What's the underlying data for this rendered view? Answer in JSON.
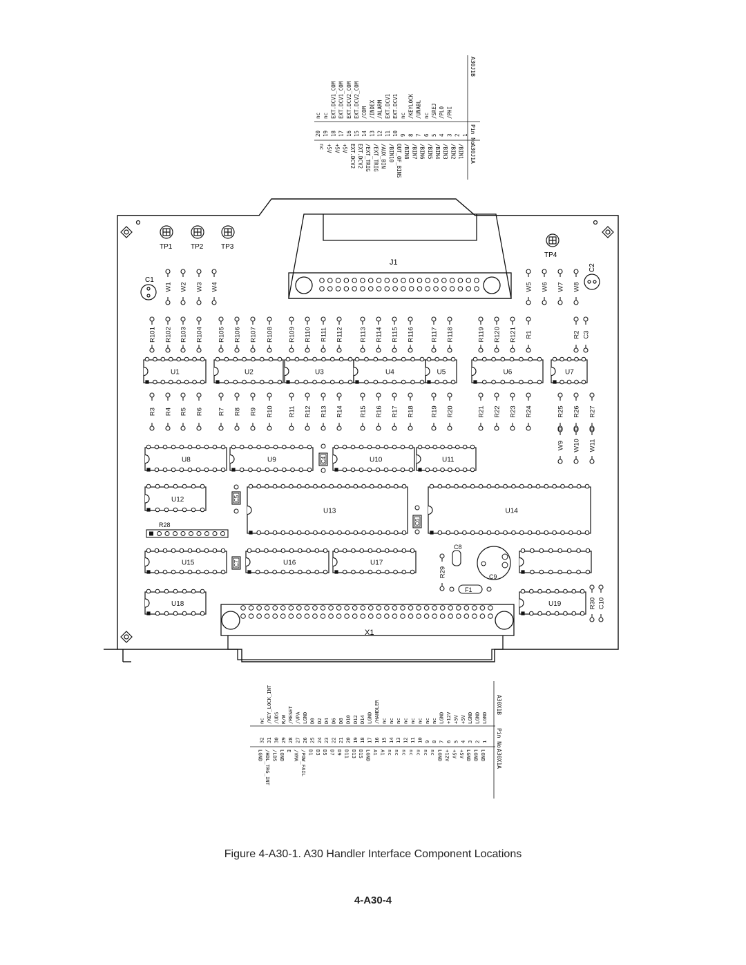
{
  "caption": "Figure 4-A30-1. A30 Handler Interface Component Locations",
  "page_number": "4-A30-4",
  "connectors": {
    "J1": "J1",
    "X1": "X1"
  },
  "test_points": [
    "TP1",
    "TP2",
    "TP3",
    "TP4"
  ],
  "ics": {
    "row1": [
      "U1",
      "U2",
      "U3",
      "U4",
      "U5",
      "U6",
      "U7"
    ],
    "row2": [
      "U8",
      "U9",
      "U10",
      "U11"
    ],
    "U12": "U12",
    "U13": "U13",
    "U14": "U14",
    "U15": "U15",
    "U16": "U16",
    "U17": "U17",
    "U18": "U18",
    "U19": "U19"
  },
  "resistors": {
    "top_upper": [
      "R101",
      "R102",
      "R103",
      "R104",
      "R105",
      "R106",
      "R107",
      "R108",
      "R109",
      "R110",
      "R111",
      "R112",
      "R113",
      "R114",
      "R115",
      "R116",
      "R117",
      "R118",
      "R119",
      "R120",
      "R121",
      "R1"
    ],
    "top_lower": [
      "R3",
      "R4",
      "R5",
      "R6",
      "R7",
      "R8",
      "R9",
      "R10",
      "R11",
      "R12",
      "R13",
      "R14",
      "R15",
      "R16",
      "R17",
      "R18",
      "R19",
      "R20",
      "R21",
      "R22",
      "R23",
      "R24",
      "R25",
      "R26",
      "R27"
    ],
    "R2": "R2",
    "R28": "R28",
    "R29": "R29",
    "R30": "R30"
  },
  "capacitors": [
    "C1",
    "C2",
    "C3",
    "C4",
    "C5",
    "C6",
    "C7",
    "C8",
    "C9",
    "C10"
  ],
  "wires": {
    "top_left": [
      "W1",
      "W2",
      "W3",
      "W4"
    ],
    "top_right": [
      "W5",
      "W6",
      "W7",
      "W8"
    ],
    "side": [
      "W9",
      "W10",
      "W11"
    ]
  },
  "fuse": "F1",
  "j1_table": {
    "headers": [
      "A30J1B",
      "Pin No.",
      "A30J1A"
    ],
    "pin_numbers": [
      "20",
      "19",
      "18",
      "17",
      "16",
      "15",
      "14",
      "13",
      "12",
      "11",
      "10",
      "9",
      "8",
      "7",
      "6",
      "5",
      "4",
      "3",
      "2",
      "1"
    ],
    "b_side": [
      "nc",
      "nc",
      "EXT.DCV1_COM",
      "EXT.DCV1_COM",
      "EXT.DCV2_COM",
      "EXT.DCV2_COM",
      "/COM",
      "/INDEX",
      "/ALARM",
      "EXT.DCV1",
      "EXT.DCV1",
      "nc",
      "/KEYLOCK",
      "/UNABL",
      "nc",
      "/SREJ",
      "/PLO",
      "/PHI",
      "",
      ""
    ],
    "a_side": [
      "nc",
      "+5V",
      "+5V",
      "+5V",
      "EXT.DCV2",
      "EXT.DCV2",
      "/EXT_TRIG",
      "/EXT_TRIG",
      "/AUX_BIN",
      "/BIN10",
      "OUT_OF_BINS",
      "/BIN8",
      "/BIN7",
      "/BIN6",
      "/BIN5",
      "/BIN4",
      "/BIN3",
      "/BIN2",
      "/BIN1",
      ""
    ]
  },
  "x1_table": {
    "headers": [
      "A30X1B",
      "Pin No.",
      "A30X1A"
    ],
    "pin_numbers": [
      "1",
      "2",
      "3",
      "4",
      "5",
      "6",
      "7",
      "8",
      "9",
      "10",
      "11",
      "12",
      "13",
      "14",
      "15",
      "16",
      "17",
      "18",
      "19",
      "20",
      "21",
      "22",
      "23",
      "24",
      "25",
      "26",
      "27",
      "28",
      "29",
      "30",
      "31",
      "32"
    ],
    "b_side": [
      "LGND",
      "LGND",
      "LGND",
      "+5V",
      "+5V",
      "+12V",
      "LGND",
      "nc",
      "nc",
      "nc",
      "nc",
      "nc",
      "nc",
      "nc",
      "nc",
      "/HANDLER",
      "LGND",
      "D14",
      "D12",
      "D10",
      "D8",
      "D6",
      "D4",
      "D2",
      "D0",
      "LGND",
      "/VPA",
      "/RESET",
      "R/W",
      "/UDS",
      "/KEY_LOCK_INT",
      "nc"
    ],
    "a_side": [
      "LGND",
      "LGND",
      "LGND",
      "+5V",
      "+5V",
      "+12V",
      "LGND",
      "nc",
      "nc",
      "nc",
      "nc",
      "nc",
      "nc",
      "nc",
      "A1",
      "A1",
      "LGND",
      "D15",
      "D13",
      "D11",
      "D9",
      "D7",
      "D5",
      "D3",
      "D1",
      "/POW_FAIL",
      "/VMA",
      "E",
      "LGND",
      "/LDS",
      "/HDL_TRG_INT",
      "LGND"
    ]
  }
}
